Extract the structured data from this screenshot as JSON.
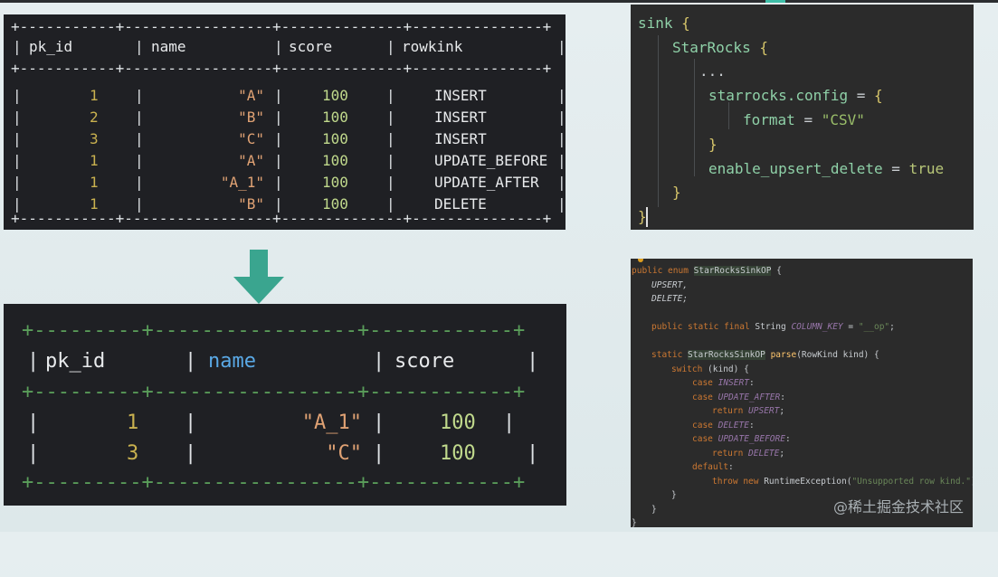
{
  "terminal_top": {
    "border": "+-----------+-----------------+--------------+---------------+",
    "headers": [
      "pk_id",
      "name",
      "score",
      "rowkink"
    ],
    "rows": [
      {
        "pk_id": "1",
        "name": "\"A\"",
        "score": "100",
        "rowkind": "INSERT"
      },
      {
        "pk_id": "2",
        "name": "\"B\"",
        "score": "100",
        "rowkind": "INSERT"
      },
      {
        "pk_id": "3",
        "name": "\"C\"",
        "score": "100",
        "rowkind": "INSERT"
      },
      {
        "pk_id": "1",
        "name": "\"A\"",
        "score": "100",
        "rowkind": "UPDATE_BEFORE"
      },
      {
        "pk_id": "1",
        "name": "\"A_1\"",
        "score": "100",
        "rowkind": "UPDATE_AFTER"
      },
      {
        "pk_id": "1",
        "name": "\"B\"",
        "score": "100",
        "rowkind": "DELETE"
      }
    ]
  },
  "terminal_bottom": {
    "border": "+---------+-----------------+------------+",
    "headers": [
      "pk_id",
      "name",
      "score"
    ],
    "rows": [
      {
        "pk_id": "1",
        "name": "\"A_1\"",
        "score": "100"
      },
      {
        "pk_id": "3",
        "name": "\"C\"",
        "score": "100"
      }
    ]
  },
  "config_code": {
    "sink": "sink",
    "starrocks": "StarRocks",
    "ellipsis": "...",
    "config_key": "starrocks.config",
    "format_key": "format",
    "format_value": "\"CSV\"",
    "upsert_key": "enable_upsert_delete",
    "upsert_value": "true",
    "open_brace": "{",
    "close_brace": "}",
    "equals": "="
  },
  "java_code": {
    "lines": {
      "l1_kw": "public enum ",
      "l1_cls": "StarRocksSinkOP",
      "l1_end": " {",
      "l2": "UPSERT,",
      "l3": "DELETE;",
      "l5_kw": "public static final ",
      "l5_type": "String ",
      "l5_field": "COLUMN_KEY",
      "l5_eq": " = ",
      "l5_str": "\"__op\"",
      "l5_end": ";",
      "l7_kw": "static ",
      "l7_cls": "StarRocksSinkOP",
      "l7_sp": " ",
      "l7_meth": "parse",
      "l7_end": "(RowKind kind) {",
      "l8_kw": "switch",
      "l8_end": " (kind) {",
      "case": "case ",
      "c_insert": "INSERT",
      "c_update_after": "UPDATE_AFTER",
      "ret": "return ",
      "r_upsert": "UPSERT",
      "c_delete": "DELETE",
      "c_update_before": "UPDATE_BEFORE",
      "r_delete": "DELETE",
      "colon": ":",
      "semi": ";",
      "default": "default",
      "throw_kw": "throw new ",
      "throw_type": "RuntimeException(",
      "throw_str": "\"Unsupported row kind.\"",
      "throw_end": ");",
      "brace": "}"
    }
  },
  "watermark": "@稀土掘金技术社区",
  "colors": {
    "terminal_bg": "#1f2024",
    "editor_bg": "#2b2b2b",
    "arrow": "#3aa58f",
    "accent": "#3fbfa8"
  }
}
